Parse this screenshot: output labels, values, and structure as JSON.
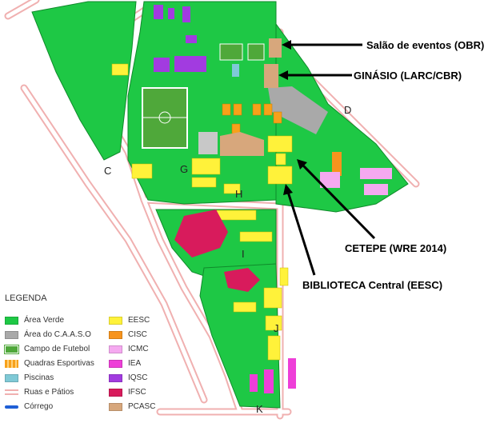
{
  "map": {
    "zone_labels": [
      "C",
      "D",
      "G",
      "H",
      "I",
      "J",
      "K"
    ],
    "callouts": [
      "Salão de eventos (OBR)",
      "GINÁSIO (LARC/CBR)",
      "CETEPE (WRE 2014)",
      "BIBLIOTECA Central (EESC)"
    ]
  },
  "legend": {
    "title": "LEGENDA",
    "left": [
      {
        "label": "Área Verde",
        "color": "#1ec845",
        "kind": "fill"
      },
      {
        "label": "Área do C.A.A.S.O",
        "color": "#a9a9a9",
        "kind": "fill"
      },
      {
        "label": "Campo de Futebol",
        "color": "#4fa83a",
        "kind": "field"
      },
      {
        "label": "Quadras Esportivas",
        "color": "#f7a11a",
        "kind": "courts"
      },
      {
        "label": "Piscinas",
        "color": "#7fc9d6",
        "kind": "fill"
      },
      {
        "label": "Ruas  e Pátios",
        "color": "#f0b0b0",
        "kind": "road"
      },
      {
        "label": "Córrego",
        "color": "#1f5fd6",
        "kind": "stream"
      }
    ],
    "right": [
      {
        "label": "EESC",
        "color": "#fff23a",
        "kind": "fill"
      },
      {
        "label": "CISC",
        "color": "#f7941d",
        "kind": "fill"
      },
      {
        "label": "ICMC",
        "color": "#f5a9f0",
        "kind": "fill"
      },
      {
        "label": "IEA",
        "color": "#ee3fd8",
        "kind": "fill"
      },
      {
        "label": "IQSC",
        "color": "#a23be0",
        "kind": "fill"
      },
      {
        "label": "IFSC",
        "color": "#d81b5c",
        "kind": "fill"
      },
      {
        "label": "PCASC",
        "color": "#d7a77c",
        "kind": "fill"
      }
    ]
  }
}
